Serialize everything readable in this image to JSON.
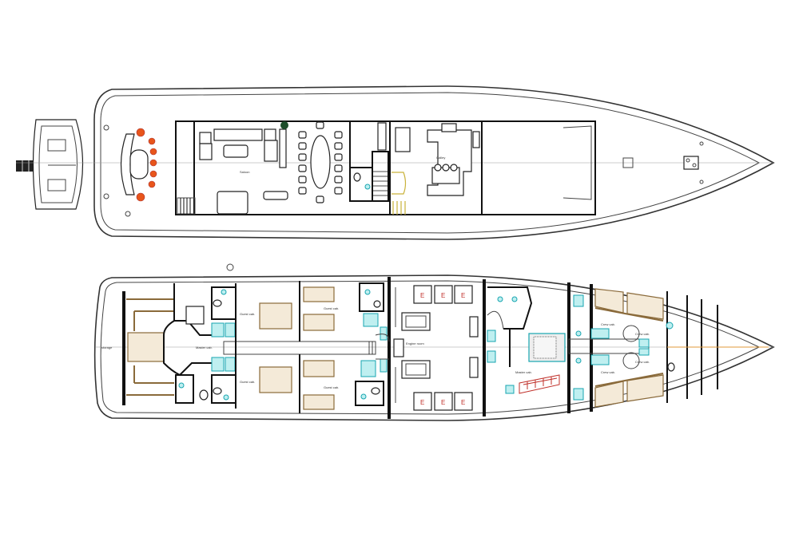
{
  "title": "Yacht deck plan",
  "main_deck": {
    "rooms": {
      "saloon": "Saloon",
      "galley": "Galley"
    }
  },
  "lower_deck": {
    "rooms": {
      "storage": "storage",
      "master_cabin": "Master cab.",
      "guest_cabin_1": "Guest cab.",
      "guest_cabin_2": "Guest cab.",
      "guest_cabin_3": "Guest cab.",
      "guest_cabin_4": "Guest cab.",
      "engine_room": "Engine room",
      "captain_cabin": "Master cab.",
      "crew_cabin_1": "Crew cab.",
      "crew_cabin_2": "Crew cab.",
      "crew_cabin_3": "Crew cab.",
      "crew_cabin_4": "Crew cab."
    }
  },
  "colors": {
    "furniture_accent": "#e8551b",
    "bathroom": "#17a5b0",
    "berth": "#8a6a3a"
  }
}
